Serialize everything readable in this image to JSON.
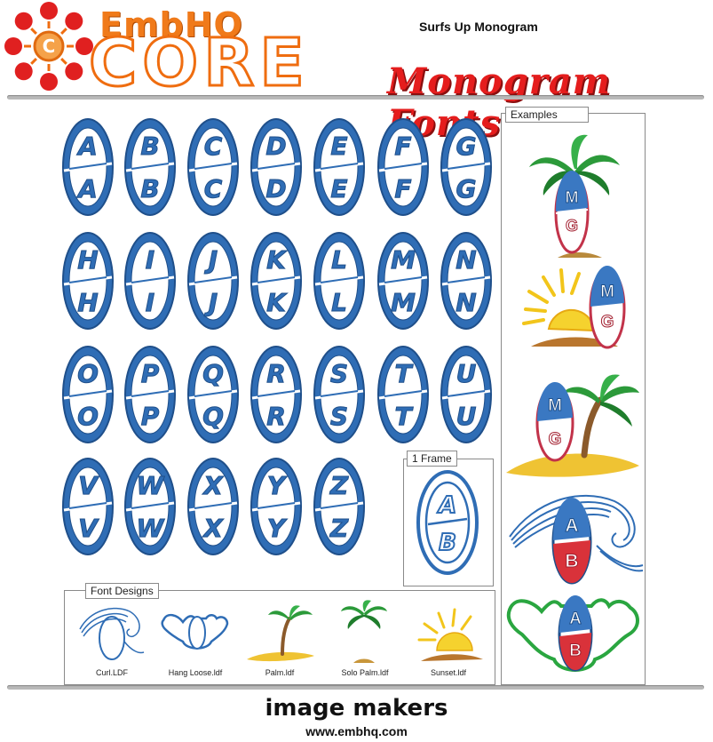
{
  "header": {
    "brand_top": "EmbHQ",
    "brand_core": "CORE",
    "logo_letter": "C",
    "page_title": "Surfs Up Monogram",
    "script_title": "Monogram Fonts"
  },
  "alphabet": [
    "A",
    "B",
    "C",
    "D",
    "E",
    "F",
    "G",
    "H",
    "I",
    "J",
    "K",
    "L",
    "M",
    "N",
    "O",
    "P",
    "Q",
    "R",
    "S",
    "T",
    "U",
    "V",
    "W",
    "X",
    "Y",
    "Z"
  ],
  "frame_section": {
    "label": "1 Frame",
    "sample_letters": [
      "A",
      "B"
    ]
  },
  "examples_section": {
    "label": "Examples",
    "items": [
      {
        "motif": "palm-tree-icon",
        "letters": [
          "M",
          "G"
        ]
      },
      {
        "motif": "sunset-icon",
        "letters": [
          "M",
          "G"
        ]
      },
      {
        "motif": "palm-island-icon",
        "letters": [
          "M",
          "G"
        ]
      },
      {
        "motif": "wave-icon",
        "letters": [
          "A",
          "B"
        ]
      },
      {
        "motif": "hang-loose-icon",
        "letters": [
          "A",
          "B"
        ]
      }
    ]
  },
  "font_designs": {
    "label": "Font Designs",
    "items": [
      {
        "caption": "Curl.LDF",
        "icon": "curl-wave-icon"
      },
      {
        "caption": "Hang Loose.ldf",
        "icon": "hang-loose-icon"
      },
      {
        "caption": "Palm.ldf",
        "icon": "palm-icon"
      },
      {
        "caption": "Solo Palm.ldf",
        "icon": "solo-palm-icon"
      },
      {
        "caption": "Sunset.ldf",
        "icon": "sunset-icon"
      }
    ]
  },
  "footer": {
    "brand": "image makers",
    "url": "www.embhq.com"
  },
  "colors": {
    "stitch_blue": "#2f6db5",
    "stitch_blue_dark": "#1f4f8a",
    "stitch_red": "#d9323a",
    "brand_orange": "#ef6d10",
    "logo_red": "#e02020"
  }
}
